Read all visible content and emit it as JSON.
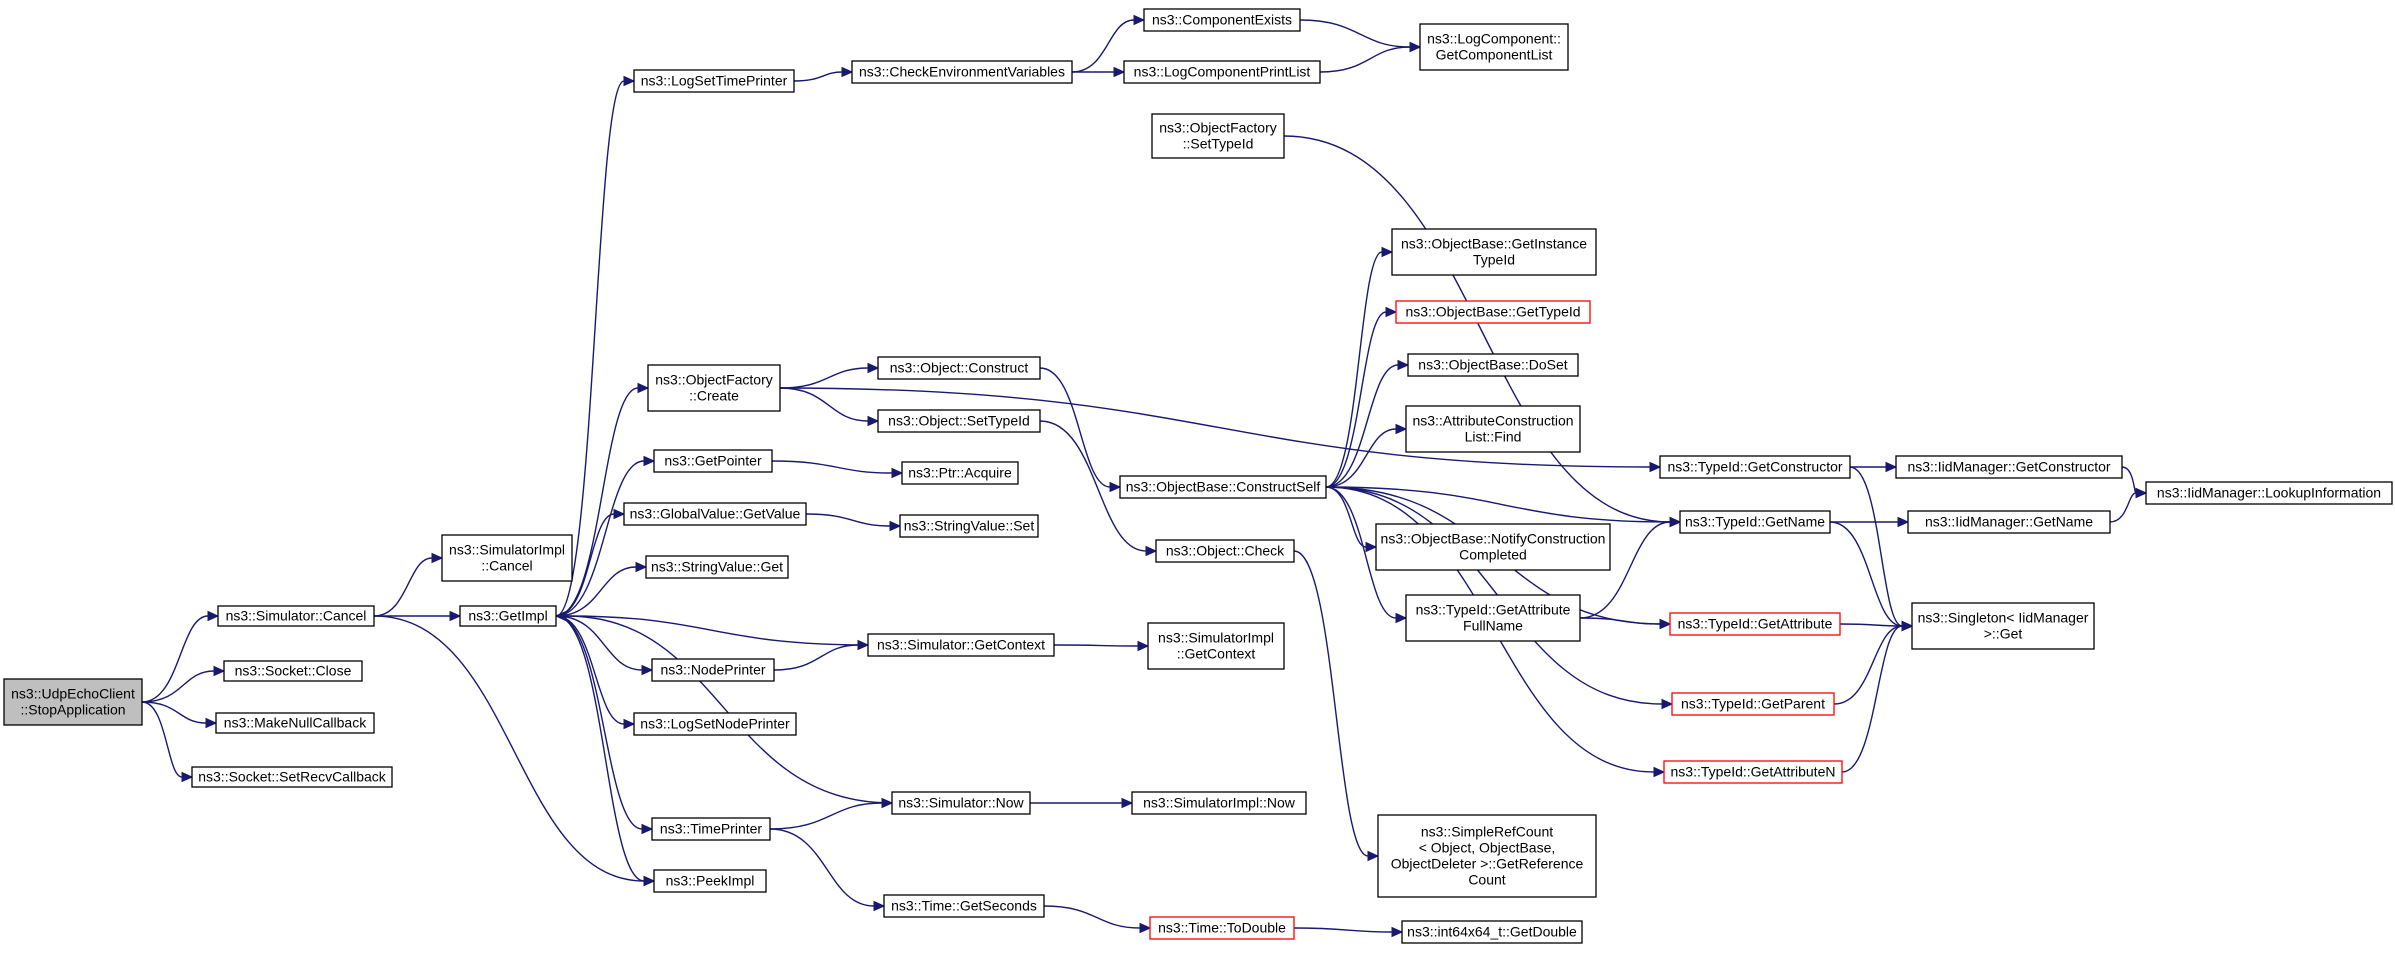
{
  "colors": {
    "edge": "#191970",
    "root_fill": "#bfbfbf",
    "highlight_border": "#ff0000"
  },
  "nodes": [
    {
      "id": "root",
      "lines": [
        "ns3::UdpEchoClient",
        "::StopApplication"
      ],
      "style": "root"
    },
    {
      "id": "sim_cancel",
      "lines": [
        "ns3::Simulator::Cancel"
      ]
    },
    {
      "id": "socket_close",
      "lines": [
        "ns3::Socket::Close"
      ]
    },
    {
      "id": "make_null_cb",
      "lines": [
        "ns3::MakeNullCallback"
      ]
    },
    {
      "id": "socket_setrecv",
      "lines": [
        "ns3::Socket::SetRecvCallback"
      ]
    },
    {
      "id": "simimpl_cancel",
      "lines": [
        "ns3::SimulatorImpl",
        "::Cancel"
      ]
    },
    {
      "id": "getimpl",
      "lines": [
        "ns3::GetImpl"
      ]
    },
    {
      "id": "peekimpl",
      "lines": [
        "ns3::PeekImpl"
      ]
    },
    {
      "id": "logsettimeprinter",
      "lines": [
        "ns3::LogSetTimePrinter"
      ]
    },
    {
      "id": "objfactory_create",
      "lines": [
        "ns3::ObjectFactory",
        "::Create"
      ]
    },
    {
      "id": "getpointer",
      "lines": [
        "ns3::GetPointer"
      ]
    },
    {
      "id": "gv_getvalue",
      "lines": [
        "ns3::GlobalValue::GetValue"
      ]
    },
    {
      "id": "stringvalue_get",
      "lines": [
        "ns3::StringValue::Get"
      ]
    },
    {
      "id": "nodeprinter",
      "lines": [
        "ns3::NodePrinter"
      ]
    },
    {
      "id": "logsetnodeprinter",
      "lines": [
        "ns3::LogSetNodePrinter"
      ]
    },
    {
      "id": "timeprinter",
      "lines": [
        "ns3::TimePrinter"
      ]
    },
    {
      "id": "checkenv",
      "lines": [
        "ns3::CheckEnvironmentVariables"
      ]
    },
    {
      "id": "componentexists",
      "lines": [
        "ns3::ComponentExists"
      ]
    },
    {
      "id": "logcompprintlist",
      "lines": [
        "ns3::LogComponentPrintList"
      ]
    },
    {
      "id": "logcomp_getlist",
      "lines": [
        "ns3::LogComponent::",
        "GetComponentList"
      ]
    },
    {
      "id": "objfactory_settypeid",
      "lines": [
        "ns3::ObjectFactory",
        "::SetTypeId"
      ]
    },
    {
      "id": "object_construct",
      "lines": [
        "ns3::Object::Construct"
      ]
    },
    {
      "id": "object_settypeid",
      "lines": [
        "ns3::Object::SetTypeId"
      ]
    },
    {
      "id": "ptr_acquire",
      "lines": [
        "ns3::Ptr::Acquire"
      ]
    },
    {
      "id": "stringvalue_set",
      "lines": [
        "ns3::StringValue::Set"
      ]
    },
    {
      "id": "sim_getcontext",
      "lines": [
        "ns3::Simulator::GetContext"
      ]
    },
    {
      "id": "simimpl_getcontext",
      "lines": [
        "ns3::SimulatorImpl",
        "::GetContext"
      ]
    },
    {
      "id": "sim_now",
      "lines": [
        "ns3::Simulator::Now"
      ]
    },
    {
      "id": "simimpl_now",
      "lines": [
        "ns3::SimulatorImpl::Now"
      ]
    },
    {
      "id": "time_getseconds",
      "lines": [
        "ns3::Time::GetSeconds"
      ]
    },
    {
      "id": "time_todouble",
      "lines": [
        "ns3::Time::ToDouble"
      ],
      "style": "red"
    },
    {
      "id": "int64_getdouble",
      "lines": [
        "ns3::int64x64_t::GetDouble"
      ]
    },
    {
      "id": "object_check",
      "lines": [
        "ns3::Object::Check"
      ]
    },
    {
      "id": "ob_constructself",
      "lines": [
        "ns3::ObjectBase::ConstructSelf"
      ]
    },
    {
      "id": "ob_getinstancetypeid",
      "lines": [
        "ns3::ObjectBase::GetInstance",
        "TypeId"
      ]
    },
    {
      "id": "ob_gettypeid",
      "lines": [
        "ns3::ObjectBase::GetTypeId"
      ],
      "style": "red"
    },
    {
      "id": "ob_doset",
      "lines": [
        "ns3::ObjectBase::DoSet"
      ]
    },
    {
      "id": "acl_find",
      "lines": [
        "ns3::AttributeConstruction",
        "List::Find"
      ]
    },
    {
      "id": "ob_notify",
      "lines": [
        "ns3::ObjectBase::NotifyConstruction",
        "Completed"
      ]
    },
    {
      "id": "typeid_getattrfullname",
      "lines": [
        "ns3::TypeId::GetAttribute",
        "FullName"
      ]
    },
    {
      "id": "simplerefcount",
      "lines": [
        "ns3::SimpleRefCount",
        "< Object, ObjectBase,",
        "ObjectDeleter >::GetReference",
        "Count"
      ]
    },
    {
      "id": "typeid_getconstructor",
      "lines": [
        "ns3::TypeId::GetConstructor"
      ]
    },
    {
      "id": "typeid_getname",
      "lines": [
        "ns3::TypeId::GetName"
      ]
    },
    {
      "id": "typeid_getattribute",
      "lines": [
        "ns3::TypeId::GetAttribute"
      ],
      "style": "red"
    },
    {
      "id": "typeid_getparent",
      "lines": [
        "ns3::TypeId::GetParent"
      ],
      "style": "red"
    },
    {
      "id": "typeid_getattributen",
      "lines": [
        "ns3::TypeId::GetAttributeN"
      ],
      "style": "red"
    },
    {
      "id": "iidmgr_getconstructor",
      "lines": [
        "ns3::IidManager::GetConstructor"
      ]
    },
    {
      "id": "iidmgr_getname",
      "lines": [
        "ns3::IidManager::GetName"
      ]
    },
    {
      "id": "singleton_get",
      "lines": [
        "ns3::Singleton< IidManager",
        ">::Get"
      ]
    },
    {
      "id": "iidmgr_lookupinfo",
      "lines": [
        "ns3::IidManager::LookupInformation"
      ]
    }
  ],
  "edges": [
    [
      "root",
      "sim_cancel"
    ],
    [
      "root",
      "socket_close"
    ],
    [
      "root",
      "make_null_cb"
    ],
    [
      "root",
      "socket_setrecv"
    ],
    [
      "sim_cancel",
      "simimpl_cancel"
    ],
    [
      "sim_cancel",
      "getimpl"
    ],
    [
      "sim_cancel",
      "peekimpl"
    ],
    [
      "getimpl",
      "logsettimeprinter"
    ],
    [
      "getimpl",
      "objfactory_create"
    ],
    [
      "getimpl",
      "getpointer"
    ],
    [
      "getimpl",
      "gv_getvalue"
    ],
    [
      "getimpl",
      "stringvalue_get"
    ],
    [
      "getimpl",
      "nodeprinter"
    ],
    [
      "getimpl",
      "logsetnodeprinter"
    ],
    [
      "getimpl",
      "timeprinter"
    ],
    [
      "getimpl",
      "peekimpl"
    ],
    [
      "logsettimeprinter",
      "checkenv"
    ],
    [
      "checkenv",
      "componentexists"
    ],
    [
      "checkenv",
      "logcompprintlist"
    ],
    [
      "componentexists",
      "logcomp_getlist"
    ],
    [
      "logcompprintlist",
      "logcomp_getlist"
    ],
    [
      "objfactory_create",
      "object_construct"
    ],
    [
      "objfactory_create",
      "object_settypeid"
    ],
    [
      "objfactory_create",
      "typeid_getconstructor"
    ],
    [
      "objfactory_settypeid",
      "typeid_getname"
    ],
    [
      "object_construct",
      "ob_constructself"
    ],
    [
      "object_settypeid",
      "object_check"
    ],
    [
      "getpointer",
      "ptr_acquire"
    ],
    [
      "gv_getvalue",
      "stringvalue_set"
    ],
    [
      "nodeprinter",
      "sim_getcontext"
    ],
    [
      "sim_getcontext",
      "getimpl"
    ],
    [
      "sim_getcontext",
      "simimpl_getcontext"
    ],
    [
      "timeprinter",
      "sim_now"
    ],
    [
      "timeprinter",
      "time_getseconds"
    ],
    [
      "sim_now",
      "getimpl"
    ],
    [
      "sim_now",
      "simimpl_now"
    ],
    [
      "time_getseconds",
      "time_todouble"
    ],
    [
      "time_todouble",
      "int64_getdouble"
    ],
    [
      "object_check",
      "simplerefcount"
    ],
    [
      "ob_constructself",
      "ob_getinstancetypeid"
    ],
    [
      "ob_constructself",
      "ob_gettypeid"
    ],
    [
      "ob_constructself",
      "ob_doset"
    ],
    [
      "ob_constructself",
      "acl_find"
    ],
    [
      "ob_constructself",
      "ob_notify"
    ],
    [
      "ob_constructself",
      "typeid_getattrfullname"
    ],
    [
      "ob_constructself",
      "typeid_getname"
    ],
    [
      "ob_constructself",
      "typeid_getattribute"
    ],
    [
      "ob_constructself",
      "typeid_getparent"
    ],
    [
      "ob_constructself",
      "typeid_getattributen"
    ],
    [
      "typeid_getattrfullname",
      "typeid_getname"
    ],
    [
      "typeid_getattrfullname",
      "typeid_getattribute"
    ],
    [
      "typeid_getconstructor",
      "iidmgr_getconstructor"
    ],
    [
      "typeid_getconstructor",
      "singleton_get"
    ],
    [
      "typeid_getname",
      "iidmgr_getname"
    ],
    [
      "typeid_getname",
      "singleton_get"
    ],
    [
      "iidmgr_getconstructor",
      "iidmgr_lookupinfo"
    ],
    [
      "iidmgr_getname",
      "iidmgr_lookupinfo"
    ],
    [
      "typeid_getattribute",
      "singleton_get"
    ],
    [
      "typeid_getparent",
      "singleton_get"
    ],
    [
      "typeid_getattributen",
      "singleton_get"
    ]
  ]
}
